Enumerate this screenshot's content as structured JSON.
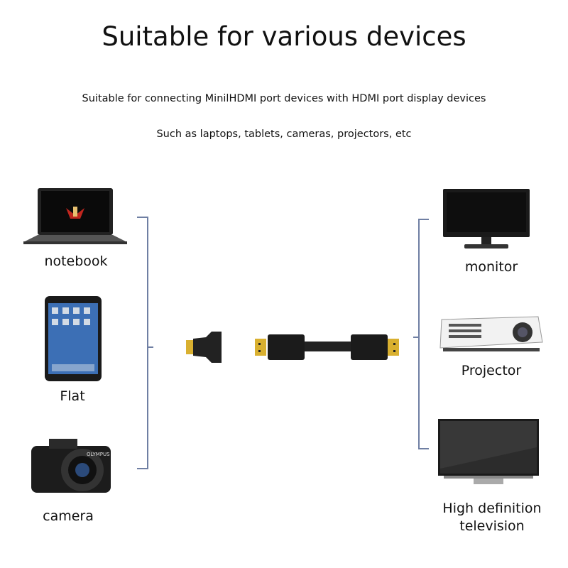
{
  "title": "Suitable for various devices",
  "subtitle1": "Suitable for connecting MinilHDMI port devices with HDMI port display devices",
  "subtitle2": "Such as laptops, tablets, cameras, projectors, etc",
  "left_devices": [
    "notebook",
    "Flat",
    "camera"
  ],
  "right_devices": [
    "monitor",
    "Projector",
    "High definition television"
  ],
  "colors": {
    "bracket": "#6f7fa3",
    "gold": "#d9b030"
  }
}
